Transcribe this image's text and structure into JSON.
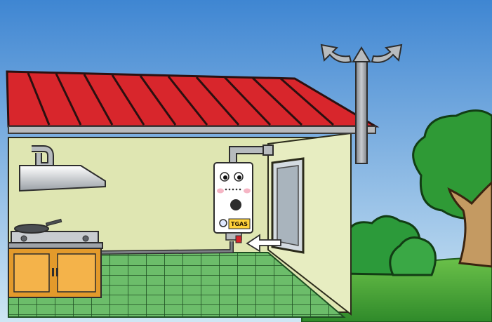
{
  "scene": {
    "description_tags": [
      "house-cutaway",
      "gas-water-heater",
      "kitchen",
      "tree",
      "shrubs",
      "sky"
    ],
    "heater": {
      "brand_label": "TGAS"
    },
    "colors": {
      "sky_top": "#3f86d2",
      "sky_bottom": "#cfe6f4",
      "roof": "#d8262c",
      "wall": "#dfe6b2",
      "floor": "#4fa05a",
      "grass": "#4caf3a",
      "cabinet": "#e39a2b",
      "tree_foliage": "#2f9a36",
      "tree_trunk": "#b98a55"
    }
  }
}
